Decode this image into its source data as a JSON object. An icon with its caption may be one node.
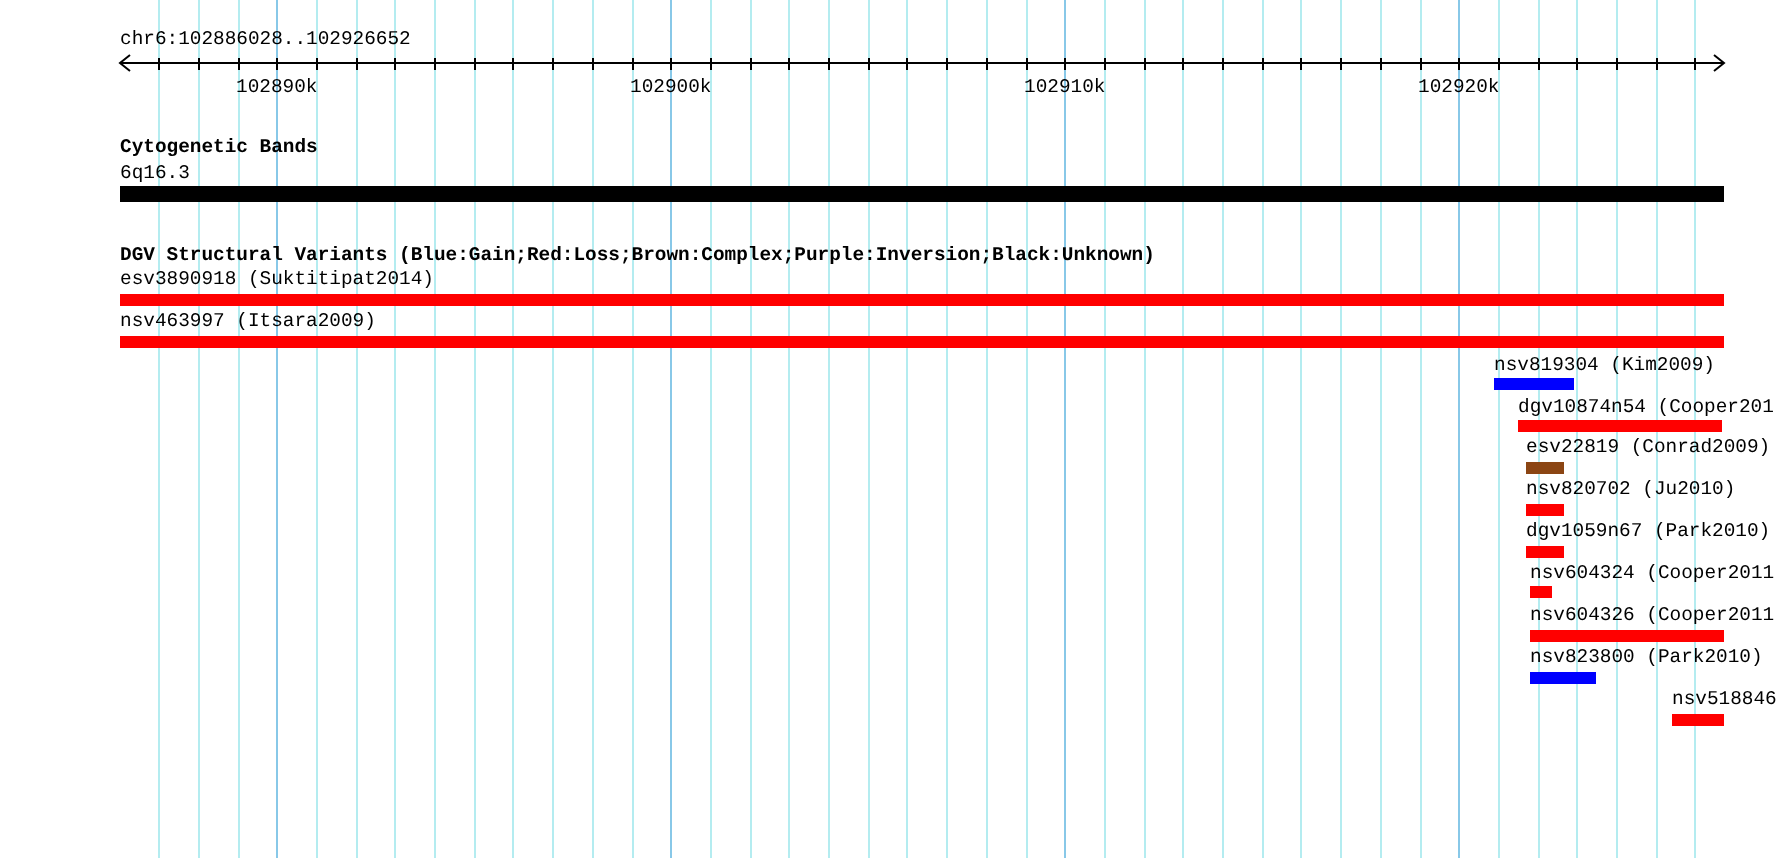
{
  "diagram": {
    "title": "chr6:102886028..102926652",
    "nodes": [
      {
        "text": [
          "6q16.3"
        ]
      },
      {
        "text": [
          "esv3890918 (Suktitipat2014)"
        ]
      },
      {
        "text": [
          "nsv463997 (Itsara2009)"
        ]
      },
      {
        "text": [
          "nsv819304 (Kim2009)"
        ]
      },
      {
        "text": [
          "dgv10874n54 (Cooper201"
        ]
      },
      {
        "text": [
          "esv22819 (Conrad2009)"
        ]
      },
      {
        "text": [
          "nsv820702 (Ju2010)"
        ]
      },
      {
        "text": [
          "dgv1059n67 (Park2010)"
        ]
      },
      {
        "text": [
          "nsv604324 (Cooper2011"
        ]
      },
      {
        "text": [
          "nsv604326 (Cooper2011"
        ]
      },
      {
        "text": [
          "nsv823800 (Park2010)"
        ]
      },
      {
        "text": [
          "nsv518846"
        ]
      }
    ],
    "labels": [
      "102890k",
      "102900k",
      "102910k",
      "102920k",
      "Cytogenetic Bands",
      "DGV Structural Variants (Blue:Gain;Red:Loss;Brown:Complex;Purple:Inversion;Black:Unknown)"
    ]
  }
}
